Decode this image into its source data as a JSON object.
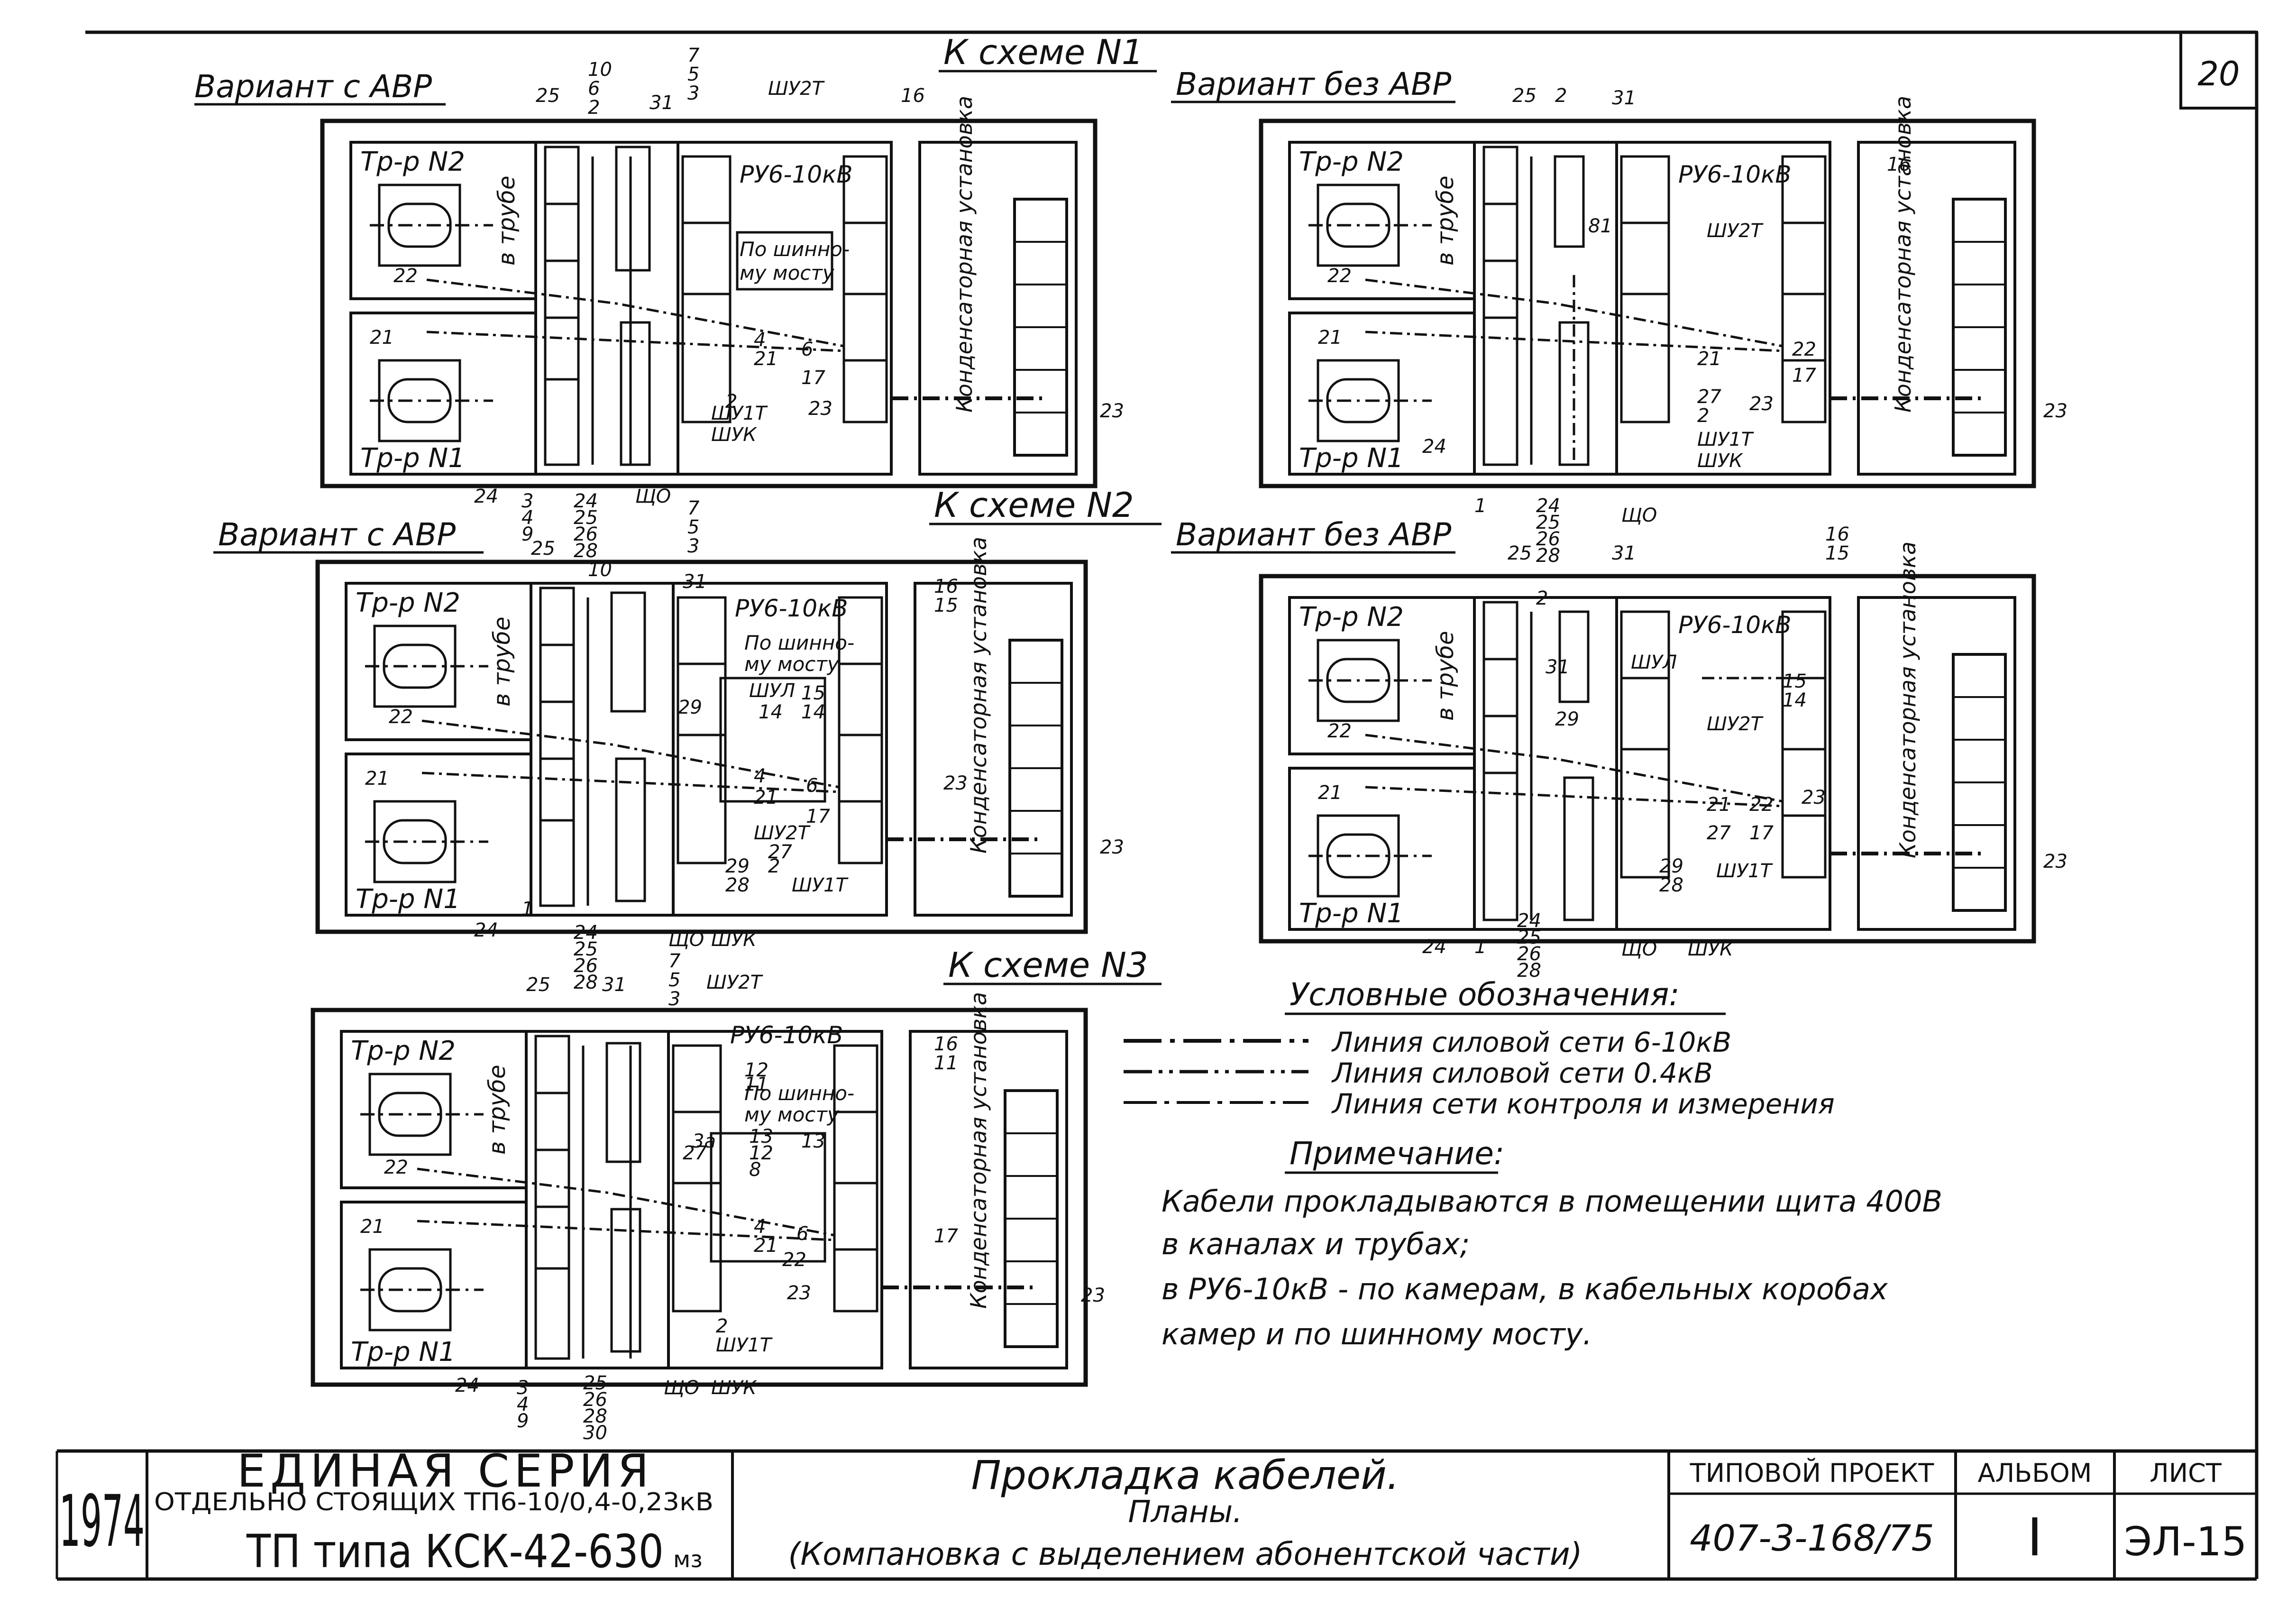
{
  "sheet": {
    "sheet_no": "20"
  },
  "plans": [
    {
      "id": "scheme1-avr",
      "variant": "Вариант с АВР",
      "scheme": "К схеме N1",
      "tr2": "Тр-р N2",
      "tr1": "Тр-р N1",
      "pipe": "в трубе",
      "ru": "РУ6-10кВ",
      "cond": "Конденсаторная установка",
      "busbridge": [
        "По шинно-",
        "му мосту"
      ]
    },
    {
      "id": "scheme1-noavr",
      "variant": "Вариант без АВР",
      "tr2": "Тр-р N2",
      "tr1": "Тр-р N1",
      "pipe": "в трубе",
      "ru": "РУ6-10кВ",
      "cond": "Конденсаторная установка"
    },
    {
      "id": "scheme2-avr",
      "variant": "Вариант с АВР",
      "scheme": "К схеме N2",
      "tr2": "Тр-р N2",
      "tr1": "Тр-р N1",
      "pipe": "в трубе",
      "ru": "РУ6-10кВ",
      "cond": "Конденсаторная установка",
      "busbridge": [
        "По шинно-",
        "му мосту"
      ]
    },
    {
      "id": "scheme2-noavr",
      "variant": "Вариант без АВР",
      "tr2": "Тр-р N2",
      "tr1": "Тр-р N1",
      "pipe": "в трубе",
      "ru": "РУ6-10кВ",
      "cond": "Конденсаторная установка"
    },
    {
      "id": "scheme3",
      "scheme": "К схеме N3",
      "tr2": "Тр-р N2",
      "tr1": "Тр-р N1",
      "pipe": "в трубе",
      "ru": "РУ6-10кВ",
      "cond": "Конденсаторная установка",
      "busbridge": [
        "По шинно-",
        "му мосту"
      ]
    }
  ],
  "cabinets": {
    "shu2t": "ШУ2Т",
    "shu1t": "ШУ1Т",
    "shuk": "ШУК",
    "shcho": "ЩО",
    "shul": "ШУЛ"
  },
  "legend": {
    "title": "Условные обозначения:",
    "items": [
      "Линия силовой сети 6-10кВ",
      "Линия силовой сети 0.4кВ",
      "Линия сети контроля и измерения"
    ]
  },
  "note": {
    "title": "Примечание:",
    "lines": [
      "Кабели прокладываются в помещении щита 400В",
      "в каналах и трубах;",
      "в РУ6-10кВ - по камерам, в кабельных коробах",
      "камер и по шинному мосту."
    ]
  },
  "title_block": {
    "year": "1974",
    "series_title": "ЕДИНАЯ СЕРИЯ",
    "series_sub": "ОТДЕЛЬНО СТОЯЩИХ ТП6-10/0,4-0,23кВ",
    "tp_type": "ТП типа КСК-42-630",
    "tp_suffix": "мз",
    "drawing_title": "Прокладка кабелей.",
    "drawing_sub": "Планы.",
    "drawing_note": "(Компановка с выделением абонентской части)",
    "project_label": "ТИПОВОЙ ПРОЕКТ",
    "project_no": "407-3-168/75",
    "album_label": "АЛЬБОМ",
    "album_no": "I",
    "sheet_label": "ЛИСТ",
    "sheet_code": "ЭЛ-15"
  }
}
